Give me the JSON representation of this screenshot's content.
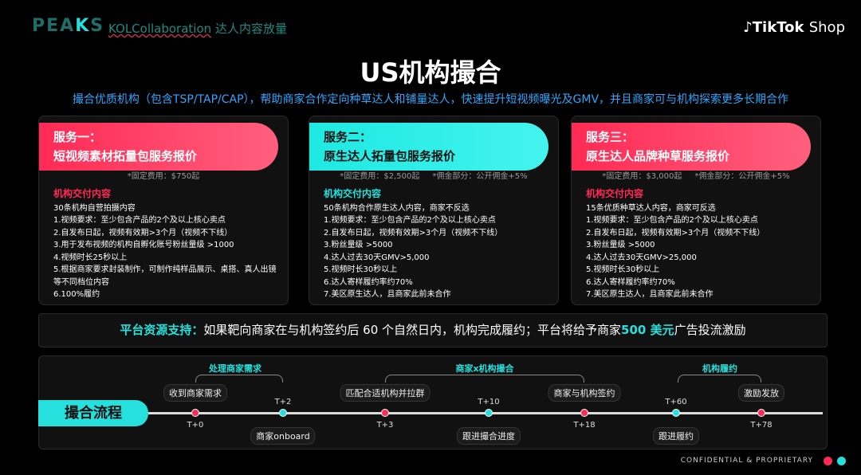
{
  "header": {
    "logo": "PEAKS",
    "subtitle_en": "KOLCollaboration",
    "subtitle_cn": "达人内容放量",
    "brand": "TikTok",
    "brand_suffix": "Shop"
  },
  "title": "US机构撮合",
  "description": "撮合优质机构（包含TSP/TAP/CAP），帮助商家合作定向种草达人和铺量达人，快速提升短视频曝光及GMV，并且商家可与机构探索更多长期合作",
  "cards": [
    {
      "name": "服务一：",
      "subtitle": "短视频素材拓量包服务报价",
      "fees": [
        "*固定费用：$750起"
      ],
      "section": "机构交付内容",
      "items": [
        "30条机构自营拍摄内容",
        "1.视频要求：至少包含产品的2个及以上核心卖点",
        "2.自发布日起，视频有效期>3个月（视频不下线）",
        "3.用于发布视频的机构自孵化账号粉丝量级 >1000",
        "4.视频时长25秒以上",
        "5.根据商家要求封装制作，可制作纯样品展示、桌搭、真人出镜等不同档位内容",
        "6.100%履约"
      ]
    },
    {
      "name": "服务二：",
      "subtitle": "原生达人拓量包服务报价",
      "fees": [
        "*固定费用：$2,500起",
        "*佣金部分：公开佣金+5%"
      ],
      "section": "机构交付内容",
      "items": [
        "50条机构合作原生达人内容，商家不反选",
        "1.视频要求：至少包含产品的2个及以上核心卖点",
        "2.自发布日起，视频有效期>3个月（视频不下线）",
        "3.粉丝量级 >5000",
        "4.达人过去30天GMV>5,000",
        "5.视频时长30秒以上",
        "6.达人寄样履约率约70%",
        "7.美区原生达人，且商家此前未合作"
      ]
    },
    {
      "name": "服务三：",
      "subtitle": "原生达人品牌种草服务报价",
      "fees": [
        "*固定费用：$3,000起",
        "*佣金部分：公开佣金+5%"
      ],
      "section": "机构交付内容",
      "items": [
        "15条优质种草达人内容，商家可反选",
        "1.视频要求：至少包含产品的2个及以上核心卖点",
        "2.自发布日起，视频有效期>3个月（视频不下线）",
        "3.粉丝量级 >5000",
        "4.达人过去30天GMV>25,000",
        "5.视频时长30秒以上",
        "6.达人寄样履约率约70%",
        "7.美区原生达人，且商家此前未合作"
      ]
    }
  ],
  "banner": {
    "label": "平台资源支持：",
    "text1": "如果靶向商家在与机构签约后 60 个自然日内，机构完成履约；平台将给予商家",
    "highlight": "500 美元",
    "text2": "广告投流激励"
  },
  "flow": {
    "label": "撮合流程",
    "phases": [
      "处理商家需求",
      "商家x机构撮合",
      "机构履约"
    ],
    "points": [
      {
        "t": "T+0",
        "task": "收到商家需求"
      },
      {
        "t": "T+2",
        "task": "商家onboard"
      },
      {
        "t": "T+3",
        "task": "匹配合适机构并拉群"
      },
      {
        "t": "T+10",
        "task": "跟进撮合进度"
      },
      {
        "t": "T+18",
        "task": "商家与机构签约"
      },
      {
        "t": "T+60",
        "task": "跟进履约"
      },
      {
        "t": "T+78",
        "task": "激励发放"
      }
    ]
  },
  "footer": "CONFIDENTIAL & PROPRIETARY",
  "colors": {
    "red": "#ff2a55",
    "cyan": "#25e0dc"
  }
}
